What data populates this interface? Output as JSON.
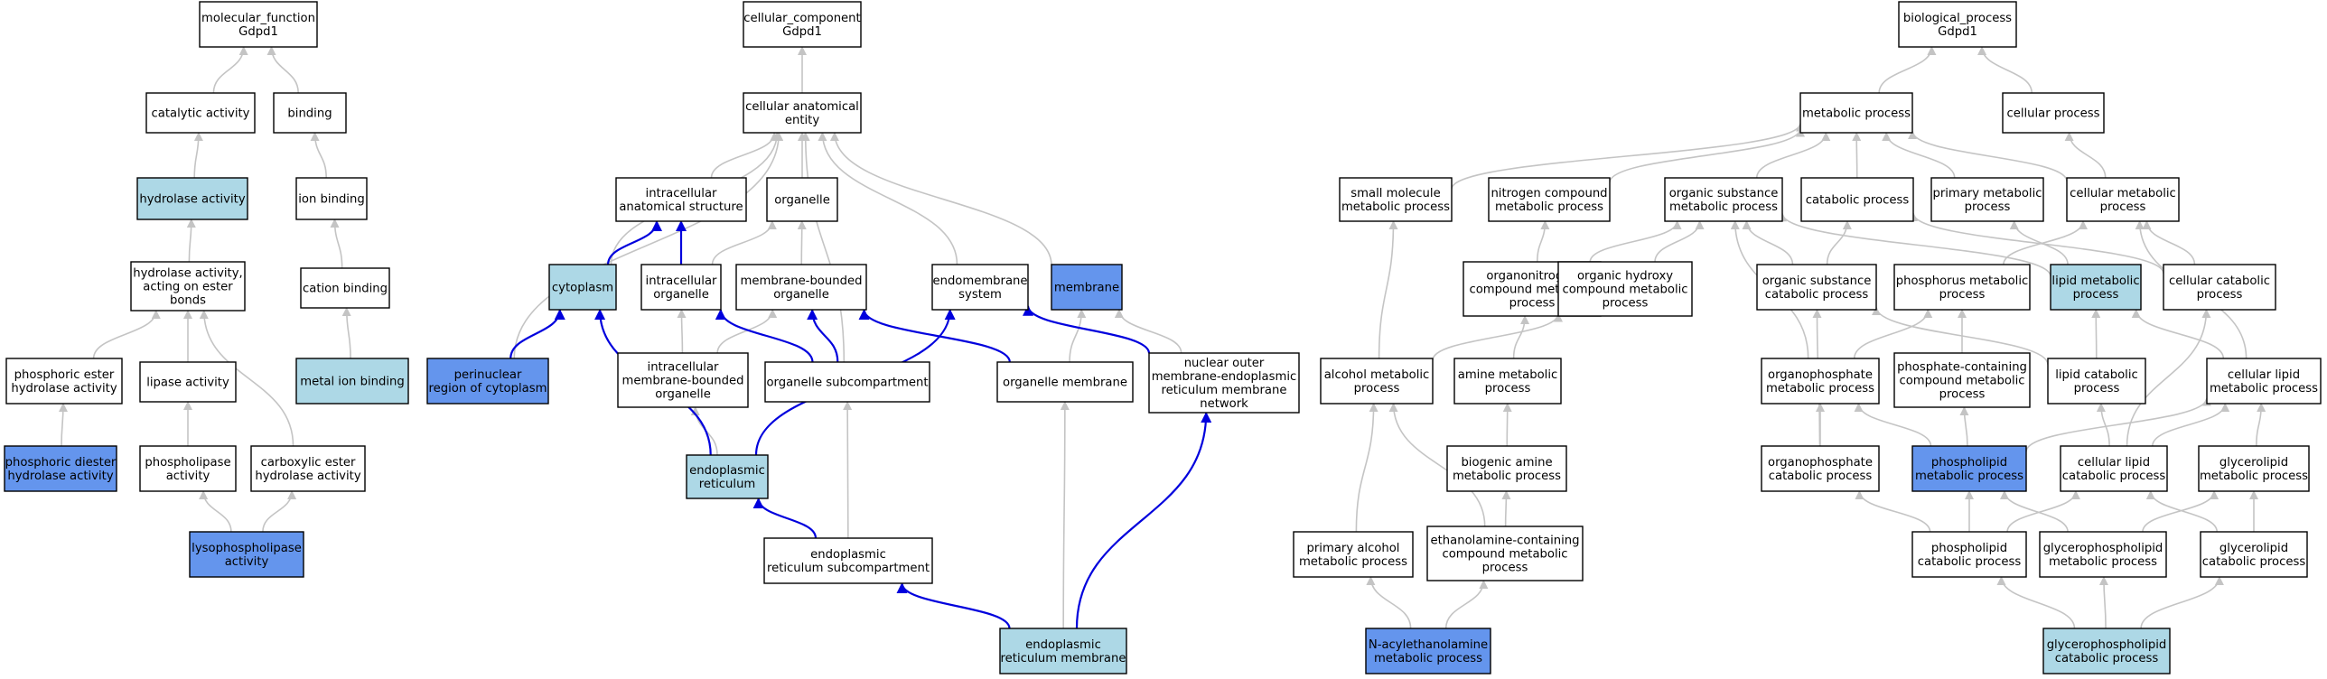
{
  "colors": {
    "white": "#ffffff",
    "light": "#add8e6",
    "dark": "#6495ed",
    "edge_gray": "#c4c4c4",
    "edge_blue": "#0000dd"
  },
  "nodes": {
    "mf_root": {
      "lines": [
        "molecular_function",
        "Gdpd1"
      ],
      "fill": "white"
    },
    "catalytic": {
      "lines": [
        "catalytic activity"
      ],
      "fill": "white"
    },
    "binding": {
      "lines": [
        "binding"
      ],
      "fill": "white"
    },
    "hydrolase": {
      "lines": [
        "hydrolase activity"
      ],
      "fill": "light"
    },
    "ion_binding": {
      "lines": [
        "ion binding"
      ],
      "fill": "white"
    },
    "hydrolase_ester": {
      "lines": [
        "hydrolase activity,",
        "acting on ester",
        "bonds"
      ],
      "fill": "white"
    },
    "cation_binding": {
      "lines": [
        "cation binding"
      ],
      "fill": "white"
    },
    "phos_ester_hyd": {
      "lines": [
        "phosphoric ester",
        "hydrolase activity"
      ],
      "fill": "white"
    },
    "lipase": {
      "lines": [
        "lipase activity"
      ],
      "fill": "white"
    },
    "metal_ion": {
      "lines": [
        "metal ion binding"
      ],
      "fill": "light"
    },
    "phos_diester": {
      "lines": [
        "phosphoric diester",
        "hydrolase activity"
      ],
      "fill": "dark"
    },
    "phospholipase": {
      "lines": [
        "phospholipase",
        "activity"
      ],
      "fill": "white"
    },
    "carboxylic": {
      "lines": [
        "carboxylic ester",
        "hydrolase activity"
      ],
      "fill": "white"
    },
    "lysophospholipase": {
      "lines": [
        "lysophospholipase",
        "activity"
      ],
      "fill": "dark"
    },
    "cc_root": {
      "lines": [
        "cellular_component",
        "Gdpd1"
      ],
      "fill": "white"
    },
    "cae": {
      "lines": [
        "cellular anatomical",
        "entity"
      ],
      "fill": "white"
    },
    "ias": {
      "lines": [
        "intracellular",
        "anatomical structure"
      ],
      "fill": "white"
    },
    "organelle": {
      "lines": [
        "organelle"
      ],
      "fill": "white"
    },
    "cytoplasm": {
      "lines": [
        "cytoplasm"
      ],
      "fill": "light"
    },
    "intra_org": {
      "lines": [
        "intracellular",
        "organelle"
      ],
      "fill": "white"
    },
    "mbo": {
      "lines": [
        "membrane-bounded",
        "organelle"
      ],
      "fill": "white"
    },
    "endomem": {
      "lines": [
        "endomembrane",
        "system"
      ],
      "fill": "white"
    },
    "membrane": {
      "lines": [
        "membrane"
      ],
      "fill": "dark"
    },
    "perinuclear": {
      "lines": [
        "perinuclear",
        "region of cytoplasm"
      ],
      "fill": "dark"
    },
    "imbo": {
      "lines": [
        "intracellular",
        "membrane-bounded",
        "organelle"
      ],
      "fill": "white"
    },
    "org_sub": {
      "lines": [
        "organelle subcompartment"
      ],
      "fill": "white"
    },
    "org_mem": {
      "lines": [
        "organelle membrane"
      ],
      "fill": "white"
    },
    "nuc_outer": {
      "lines": [
        "nuclear outer",
        "membrane-endoplasmic",
        "reticulum membrane",
        "network"
      ],
      "fill": "white"
    },
    "er": {
      "lines": [
        "endoplasmic",
        "reticulum"
      ],
      "fill": "light"
    },
    "er_sub": {
      "lines": [
        "endoplasmic",
        "reticulum subcompartment"
      ],
      "fill": "white"
    },
    "er_mem": {
      "lines": [
        "endoplasmic",
        "reticulum membrane"
      ],
      "fill": "light"
    },
    "bp_root": {
      "lines": [
        "biological_process",
        "Gdpd1"
      ],
      "fill": "white"
    },
    "metabolic": {
      "lines": [
        "metabolic process"
      ],
      "fill": "white"
    },
    "cellular_proc": {
      "lines": [
        "cellular process"
      ],
      "fill": "white"
    },
    "small_mol": {
      "lines": [
        "small molecule",
        "metabolic process"
      ],
      "fill": "white"
    },
    "nitrogen": {
      "lines": [
        "nitrogen compound",
        "metabolic process"
      ],
      "fill": "white"
    },
    "org_subst": {
      "lines": [
        "organic substance",
        "metabolic process"
      ],
      "fill": "white"
    },
    "catabolic": {
      "lines": [
        "catabolic process"
      ],
      "fill": "white"
    },
    "primary_met": {
      "lines": [
        "primary metabolic",
        "process"
      ],
      "fill": "white"
    },
    "cell_met": {
      "lines": [
        "cellular metabolic",
        "process"
      ],
      "fill": "white"
    },
    "organonitrogen": {
      "lines": [
        "organonitrogen",
        "compound metabolic",
        "process"
      ],
      "fill": "white"
    },
    "org_hydroxy": {
      "lines": [
        "organic hydroxy",
        "compound metabolic",
        "process"
      ],
      "fill": "white"
    },
    "org_subst_cat": {
      "lines": [
        "organic substance",
        "catabolic process"
      ],
      "fill": "white"
    },
    "phosphorus": {
      "lines": [
        "phosphorus metabolic",
        "process"
      ],
      "fill": "white"
    },
    "lipid_met": {
      "lines": [
        "lipid metabolic",
        "process"
      ],
      "fill": "light"
    },
    "cell_cat": {
      "lines": [
        "cellular catabolic",
        "process"
      ],
      "fill": "white"
    },
    "alcohol": {
      "lines": [
        "alcohol metabolic",
        "process"
      ],
      "fill": "white"
    },
    "amine": {
      "lines": [
        "amine metabolic",
        "process"
      ],
      "fill": "white"
    },
    "organophosphate": {
      "lines": [
        "organophosphate",
        "metabolic process"
      ],
      "fill": "white"
    },
    "phosphate_cont": {
      "lines": [
        "phosphate-containing",
        "compound metabolic",
        "process"
      ],
      "fill": "white"
    },
    "lipid_cat": {
      "lines": [
        "lipid catabolic",
        "process"
      ],
      "fill": "white"
    },
    "cell_lipid": {
      "lines": [
        "cellular lipid",
        "metabolic process"
      ],
      "fill": "white"
    },
    "biogenic": {
      "lines": [
        "biogenic amine",
        "metabolic process"
      ],
      "fill": "white"
    },
    "organophos_cat": {
      "lines": [
        "organophosphate",
        "catabolic process"
      ],
      "fill": "white"
    },
    "phospholipid_met": {
      "lines": [
        "phospholipid",
        "metabolic process"
      ],
      "fill": "dark"
    },
    "cell_lipid_cat": {
      "lines": [
        "cellular lipid",
        "catabolic process"
      ],
      "fill": "white"
    },
    "glycerolipid_met": {
      "lines": [
        "glycerolipid",
        "metabolic process"
      ],
      "fill": "white"
    },
    "primary_alc": {
      "lines": [
        "primary alcohol",
        "metabolic process"
      ],
      "fill": "white"
    },
    "ethanolamine": {
      "lines": [
        "ethanolamine-containing",
        "compound metabolic",
        "process"
      ],
      "fill": "white"
    },
    "phospholipid_cat": {
      "lines": [
        "phospholipid",
        "catabolic process"
      ],
      "fill": "white"
    },
    "glycerophos_met": {
      "lines": [
        "glycerophospholipid",
        "metabolic process"
      ],
      "fill": "white"
    },
    "glycerolipid_cat": {
      "lines": [
        "glycerolipid",
        "catabolic process"
      ],
      "fill": "white"
    },
    "nacyl": {
      "lines": [
        "N-acylethanolamine",
        "metabolic process"
      ],
      "fill": "dark"
    },
    "glycerophos_cat": {
      "lines": [
        "glycerophospholipid",
        "catabolic process"
      ],
      "fill": "light"
    }
  },
  "edges": [
    [
      "catalytic",
      "mf_root",
      "gray"
    ],
    [
      "binding",
      "mf_root",
      "gray"
    ],
    [
      "hydrolase",
      "catalytic",
      "gray"
    ],
    [
      "ion_binding",
      "binding",
      "gray"
    ],
    [
      "hydrolase_ester",
      "hydrolase",
      "gray"
    ],
    [
      "cation_binding",
      "ion_binding",
      "gray"
    ],
    [
      "phos_ester_hyd",
      "hydrolase_ester",
      "gray"
    ],
    [
      "lipase",
      "hydrolase_ester",
      "gray"
    ],
    [
      "carboxylic",
      "hydrolase_ester",
      "gray"
    ],
    [
      "metal_ion",
      "cation_binding",
      "gray"
    ],
    [
      "phos_diester",
      "phos_ester_hyd",
      "gray"
    ],
    [
      "phospholipase",
      "lipase",
      "gray"
    ],
    [
      "lysophospholipase",
      "phospholipase",
      "gray"
    ],
    [
      "lysophospholipase",
      "carboxylic",
      "gray"
    ],
    [
      "cae",
      "cc_root",
      "gray"
    ],
    [
      "ias",
      "cae",
      "gray"
    ],
    [
      "organelle",
      "cae",
      "gray"
    ],
    [
      "cytoplasm",
      "cae",
      "gray"
    ],
    [
      "perinuclear",
      "cae",
      "gray"
    ],
    [
      "endomem",
      "cae",
      "gray"
    ],
    [
      "membrane",
      "cae",
      "gray"
    ],
    [
      "org_sub",
      "cae",
      "gray"
    ],
    [
      "cytoplasm",
      "ias",
      "blue"
    ],
    [
      "intra_org",
      "ias",
      "blue"
    ],
    [
      "intra_org",
      "organelle",
      "gray"
    ],
    [
      "mbo",
      "organelle",
      "gray"
    ],
    [
      "perinuclear",
      "cytoplasm",
      "blue"
    ],
    [
      "imbo",
      "intra_org",
      "gray"
    ],
    [
      "imbo",
      "mbo",
      "gray"
    ],
    [
      "org_sub",
      "intra_org",
      "blue"
    ],
    [
      "org_sub",
      "mbo",
      "blue"
    ],
    [
      "org_mem",
      "mbo",
      "blue"
    ],
    [
      "org_mem",
      "membrane",
      "gray"
    ],
    [
      "nuc_outer",
      "endomem",
      "blue"
    ],
    [
      "nuc_outer",
      "membrane",
      "gray"
    ],
    [
      "er",
      "imbo",
      "gray"
    ],
    [
      "er",
      "cytoplasm",
      "blue"
    ],
    [
      "er",
      "endomem",
      "blue"
    ],
    [
      "er_sub",
      "org_sub",
      "gray"
    ],
    [
      "er_sub",
      "er",
      "blue"
    ],
    [
      "er_mem",
      "er_sub",
      "blue"
    ],
    [
      "er_mem",
      "org_mem",
      "gray"
    ],
    [
      "er_mem",
      "nuc_outer",
      "blue"
    ],
    [
      "metabolic",
      "bp_root",
      "gray"
    ],
    [
      "cellular_proc",
      "bp_root",
      "gray"
    ],
    [
      "small_mol",
      "metabolic",
      "gray"
    ],
    [
      "nitrogen",
      "metabolic",
      "gray"
    ],
    [
      "org_subst",
      "metabolic",
      "gray"
    ],
    [
      "catabolic",
      "metabolic",
      "gray"
    ],
    [
      "primary_met",
      "metabolic",
      "gray"
    ],
    [
      "cell_met",
      "metabolic",
      "gray"
    ],
    [
      "cell_met",
      "cellular_proc",
      "gray"
    ],
    [
      "organonitrogen",
      "nitrogen",
      "gray"
    ],
    [
      "organonitrogen",
      "org_subst",
      "gray"
    ],
    [
      "org_hydroxy",
      "org_subst",
      "gray"
    ],
    [
      "org_subst_cat",
      "org_subst",
      "gray"
    ],
    [
      "org_subst_cat",
      "catabolic",
      "gray"
    ],
    [
      "phosphorus",
      "cell_met",
      "gray"
    ],
    [
      "lipid_met",
      "org_subst",
      "gray"
    ],
    [
      "lipid_met",
      "primary_met",
      "gray"
    ],
    [
      "cell_cat",
      "catabolic",
      "gray"
    ],
    [
      "cell_cat",
      "cell_met",
      "gray"
    ],
    [
      "alcohol",
      "small_mol",
      "gray"
    ],
    [
      "alcohol",
      "org_hydroxy",
      "gray"
    ],
    [
      "amine",
      "organonitrogen",
      "gray"
    ],
    [
      "organophosphate",
      "org_subst",
      "gray"
    ],
    [
      "organophosphate",
      "phosphorus",
      "gray"
    ],
    [
      "phosphate_cont",
      "phosphorus",
      "gray"
    ],
    [
      "lipid_cat",
      "org_subst_cat",
      "gray"
    ],
    [
      "lipid_cat",
      "lipid_met",
      "gray"
    ],
    [
      "cell_lipid",
      "lipid_met",
      "gray"
    ],
    [
      "cell_lipid",
      "cell_met",
      "gray"
    ],
    [
      "biogenic",
      "amine",
      "gray"
    ],
    [
      "organophos_cat",
      "org_subst_cat",
      "gray"
    ],
    [
      "organophos_cat",
      "organophosphate",
      "gray"
    ],
    [
      "phospholipid_met",
      "organophosphate",
      "gray"
    ],
    [
      "phospholipid_met",
      "phosphate_cont",
      "gray"
    ],
    [
      "phospholipid_met",
      "cell_lipid",
      "gray"
    ],
    [
      "cell_lipid_cat",
      "lipid_cat",
      "gray"
    ],
    [
      "cell_lipid_cat",
      "cell_lipid",
      "gray"
    ],
    [
      "cell_lipid_cat",
      "cell_cat",
      "gray"
    ],
    [
      "glycerolipid_met",
      "cell_lipid",
      "gray"
    ],
    [
      "primary_alc",
      "alcohol",
      "gray"
    ],
    [
      "ethanolamine",
      "biogenic",
      "gray"
    ],
    [
      "ethanolamine",
      "alcohol",
      "gray"
    ],
    [
      "phospholipid_cat",
      "phospholipid_met",
      "gray"
    ],
    [
      "phospholipid_cat",
      "cell_lipid_cat",
      "gray"
    ],
    [
      "phospholipid_cat",
      "organophos_cat",
      "gray"
    ],
    [
      "glycerophos_met",
      "phospholipid_met",
      "gray"
    ],
    [
      "glycerophos_met",
      "glycerolipid_met",
      "gray"
    ],
    [
      "glycerolipid_cat",
      "glycerolipid_met",
      "gray"
    ],
    [
      "glycerolipid_cat",
      "cell_lipid_cat",
      "gray"
    ],
    [
      "nacyl",
      "primary_alc",
      "gray"
    ],
    [
      "nacyl",
      "ethanolamine",
      "gray"
    ],
    [
      "glycerophos_cat",
      "phospholipid_cat",
      "gray"
    ],
    [
      "glycerophos_cat",
      "glycerophos_met",
      "gray"
    ],
    [
      "glycerophos_cat",
      "glycerolipid_cat",
      "gray"
    ]
  ]
}
